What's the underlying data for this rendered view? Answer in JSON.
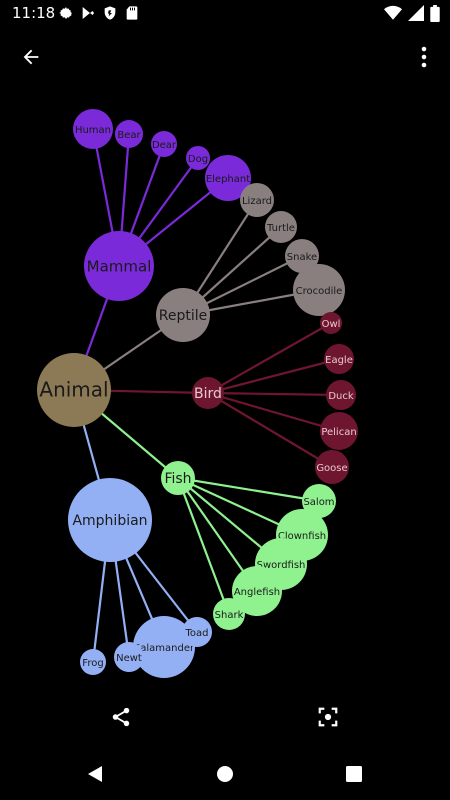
{
  "status_bar": {
    "time": "11:18"
  },
  "graph": {
    "nodes": [
      {
        "id": "animal",
        "label": "Animal",
        "color": "#8b7a55"
      },
      {
        "id": "mammal",
        "label": "Mammal",
        "color": "#7a2ad8"
      },
      {
        "id": "reptile",
        "label": "Reptile",
        "color": "#8a7f7f"
      },
      {
        "id": "bird",
        "label": "Bird",
        "color": "#6e1630"
      },
      {
        "id": "fish",
        "label": "Fish",
        "color": "#8ff28f"
      },
      {
        "id": "amphibian",
        "label": "Amphibian",
        "color": "#93b0f5"
      },
      {
        "id": "human",
        "label": "Human",
        "color": "#7a2ad8"
      },
      {
        "id": "bear",
        "label": "Bear",
        "color": "#7a2ad8"
      },
      {
        "id": "dear",
        "label": "Dear",
        "color": "#7a2ad8"
      },
      {
        "id": "dog",
        "label": "Dog",
        "color": "#7a2ad8"
      },
      {
        "id": "elephant",
        "label": "Elephant",
        "color": "#7a2ad8"
      },
      {
        "id": "lizard",
        "label": "Lizard",
        "color": "#8a7f7f"
      },
      {
        "id": "turtle",
        "label": "Turtle",
        "color": "#8a7f7f"
      },
      {
        "id": "snake",
        "label": "Snake",
        "color": "#8a7f7f"
      },
      {
        "id": "crocodile",
        "label": "Crocodile",
        "color": "#8a7f7f"
      },
      {
        "id": "owl",
        "label": "Owl",
        "color": "#6e1630"
      },
      {
        "id": "eagle",
        "label": "Eagle",
        "color": "#6e1630"
      },
      {
        "id": "duck",
        "label": "Duck",
        "color": "#6e1630"
      },
      {
        "id": "pelican",
        "label": "Pelican",
        "color": "#6e1630"
      },
      {
        "id": "goose",
        "label": "Goose",
        "color": "#6e1630"
      },
      {
        "id": "salom",
        "label": "Salom",
        "color": "#8ff28f"
      },
      {
        "id": "clownfish",
        "label": "Clownfish",
        "color": "#8ff28f"
      },
      {
        "id": "swordfish",
        "label": "Swordfish",
        "color": "#8ff28f"
      },
      {
        "id": "anglefish",
        "label": "Anglefish",
        "color": "#8ff28f"
      },
      {
        "id": "shark",
        "label": "Shark",
        "color": "#8ff28f"
      },
      {
        "id": "toad",
        "label": "Toad",
        "color": "#93b0f5"
      },
      {
        "id": "salamander",
        "label": "Salamander",
        "color": "#93b0f5"
      },
      {
        "id": "newt",
        "label": "Newt",
        "color": "#93b0f5"
      },
      {
        "id": "frog",
        "label": "Frog",
        "color": "#93b0f5"
      }
    ]
  }
}
